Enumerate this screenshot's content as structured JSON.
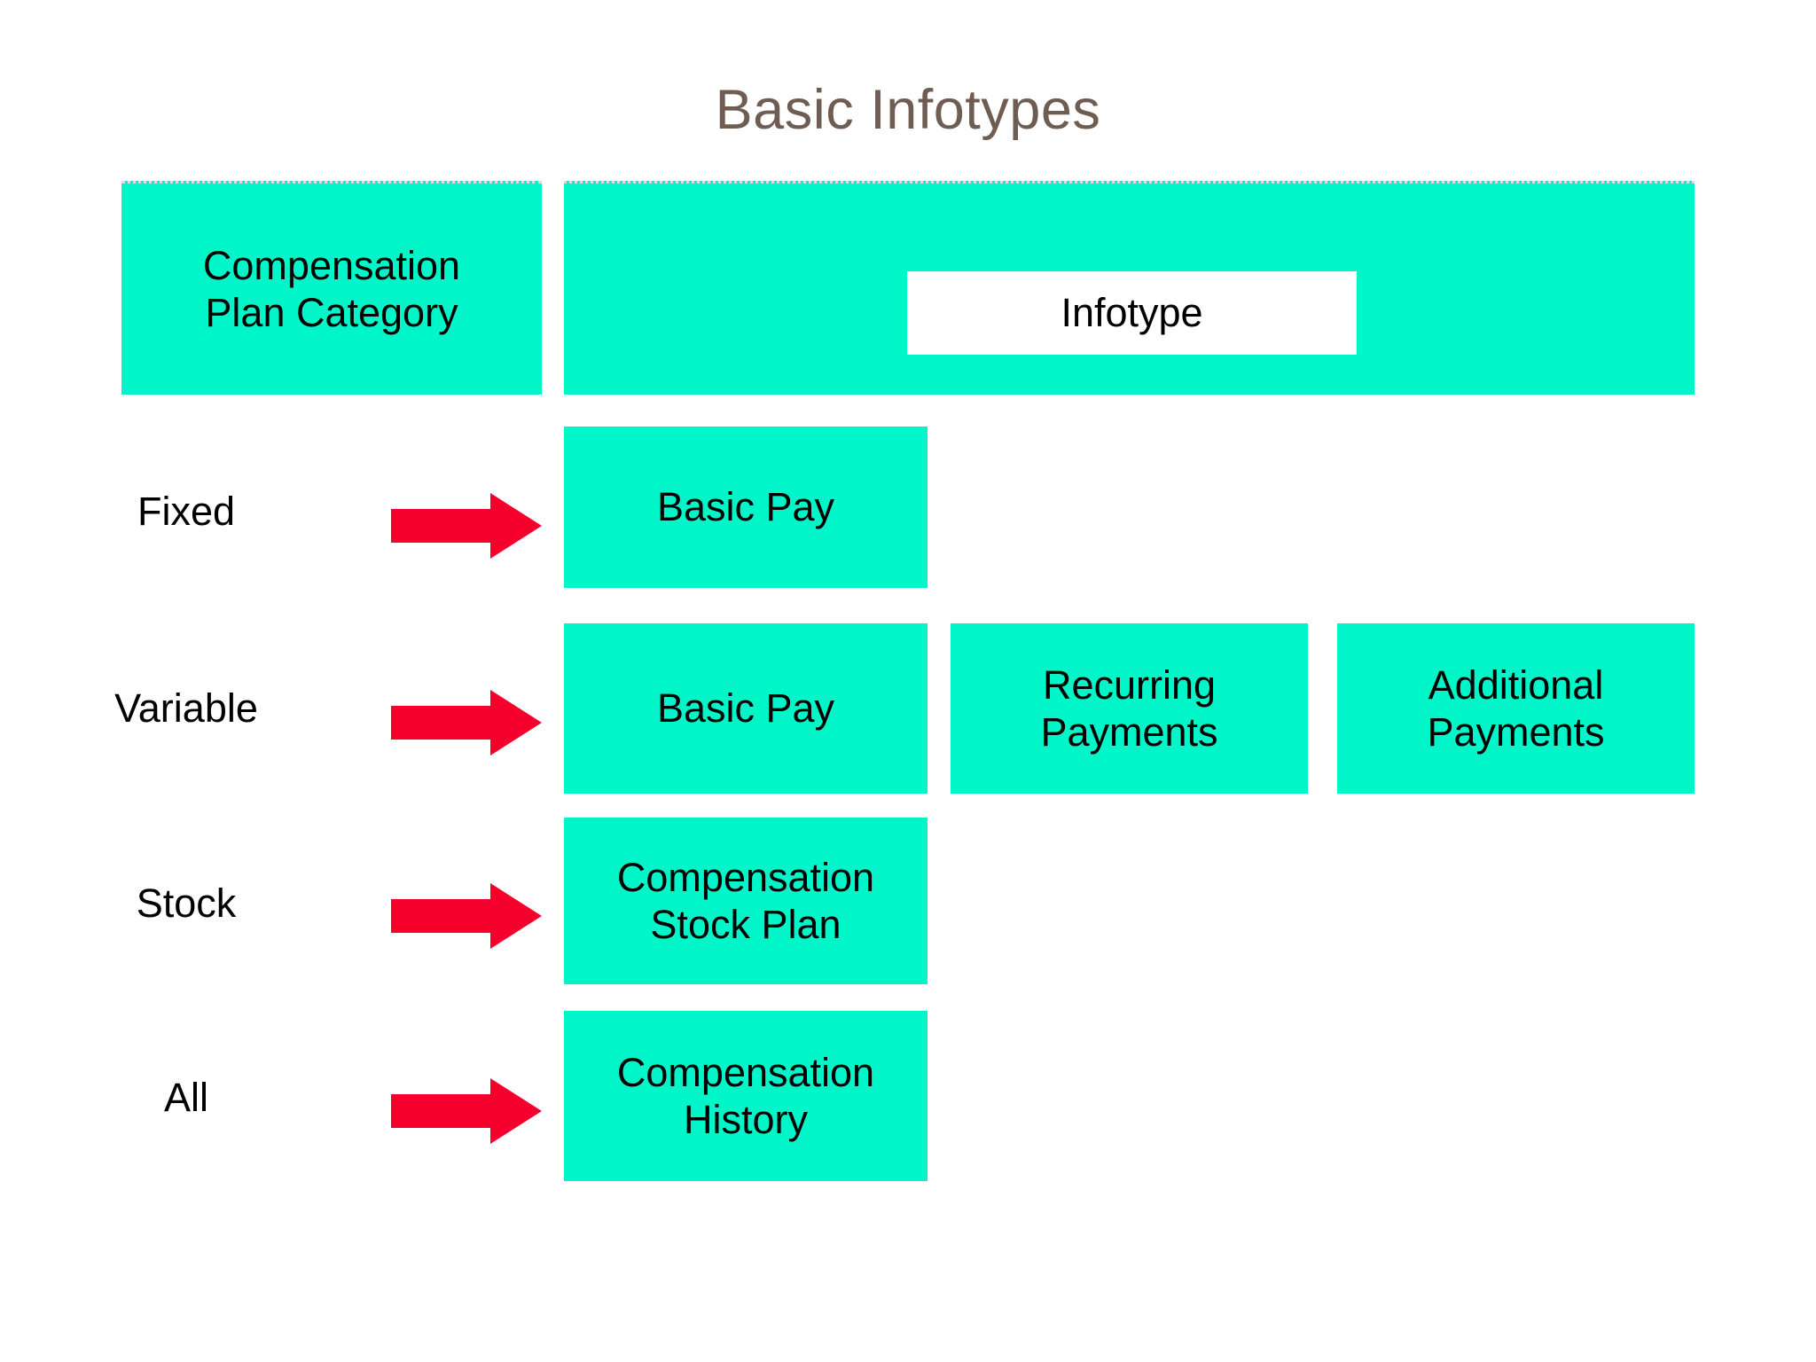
{
  "slide": {
    "title": "Basic Infotypes",
    "title_color": "#6F5C52",
    "background_color": "#FFFFFF"
  },
  "colors": {
    "box_green": "#00F5C8",
    "arrow_red": "#F5002D",
    "text_black": "#000000",
    "infotype_label_background": "#FFFFFF"
  },
  "header": {
    "category_header": "Compensation\nPlan Category",
    "category_header_line1": "Compensation",
    "category_header_line2": "Plan Category",
    "infotype_header": "Infotype"
  },
  "rows": [
    {
      "category": "Fixed",
      "arrow": "right-arrow-icon",
      "infotypes": [
        {
          "line1": "Basic Pay",
          "line2": ""
        }
      ]
    },
    {
      "category": "Variable",
      "arrow": "right-arrow-icon",
      "infotypes": [
        {
          "line1": "Basic Pay",
          "line2": ""
        },
        {
          "line1": "Recurring",
          "line2": "Payments"
        },
        {
          "line1": "Additional",
          "line2": "Payments"
        }
      ]
    },
    {
      "category": "Stock",
      "arrow": "right-arrow-icon",
      "infotypes": [
        {
          "line1": "Compensation",
          "line2": "Stock Plan"
        }
      ]
    },
    {
      "category": "All",
      "arrow": "right-arrow-icon",
      "infotypes": [
        {
          "line1": "Compensation",
          "line2": "History"
        }
      ]
    }
  ]
}
